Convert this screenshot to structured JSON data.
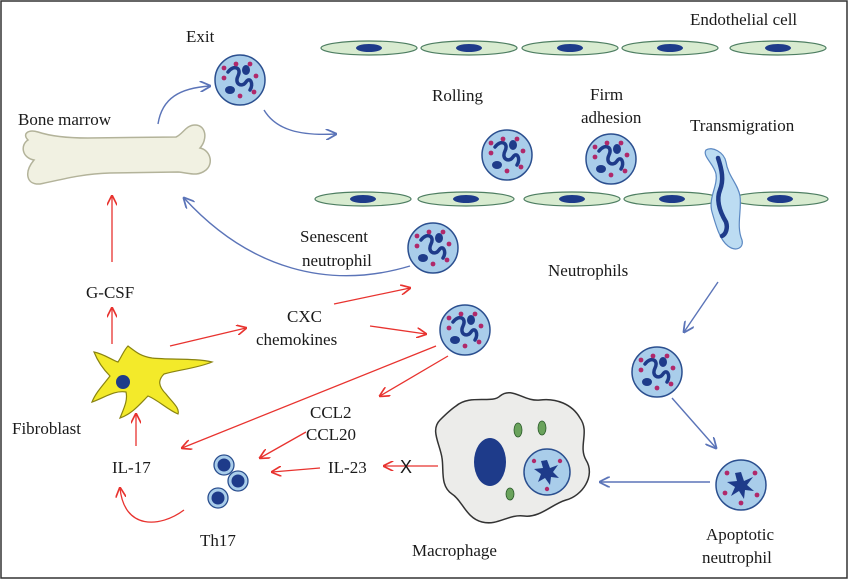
{
  "labels": {
    "endothelial_cell": "Endothelial cell",
    "exit": "Exit",
    "bone_marrow": "Bone marrow",
    "rolling": "Rolling",
    "firm": "Firm",
    "adhesion": "adhesion",
    "transmigration": "Transmigration",
    "senescent": "Senescent",
    "neutrophil": "neutrophil",
    "neutrophils": "Neutrophils",
    "gcsf": "G-CSF",
    "cxc": "CXC",
    "chemokines": "chemokines",
    "ccl2": "CCL2",
    "ccl20": "CCL20",
    "fibroblast": "Fibroblast",
    "il17": "IL-17",
    "il23": "IL-23",
    "th17": "Th17",
    "macrophage": "Macrophage",
    "apoptotic": "Apoptotic",
    "apoptotic_neutrophil": "neutrophil",
    "blocked_mark": "X"
  },
  "colors": {
    "stimulus_arrow": "#e8332f",
    "pathway_arrow": "#5b74b8",
    "neutrophil_fill": "#a9cdea",
    "neutrophil_nucleus": "#1e3b8a",
    "granule": "#b0286a",
    "endothelium_fill": "#d8ebd0",
    "fibroblast_fill": "#f3ea2a",
    "bone_fill": "#f1f1e2",
    "macrophage_fill": "#ececea"
  }
}
